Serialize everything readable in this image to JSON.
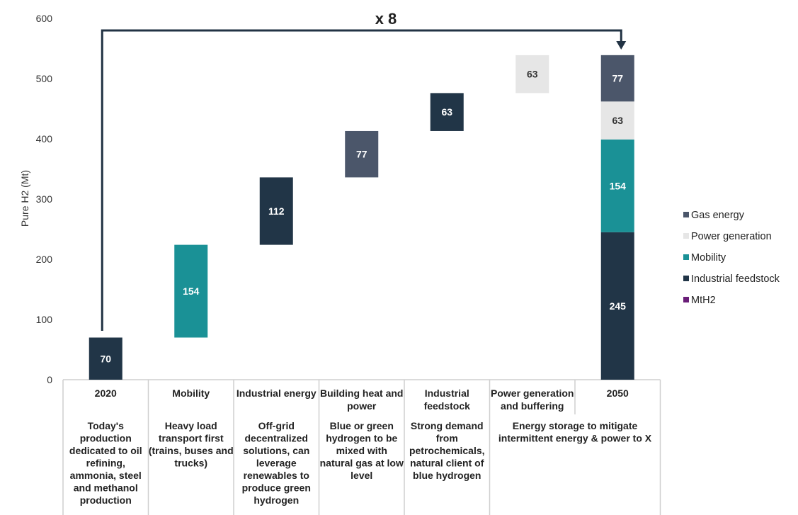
{
  "chart_data": {
    "type": "bar",
    "subtype": "waterfall",
    "ylabel": "Pure H2 (Mt)",
    "ylim": [
      0,
      600
    ],
    "yticks": [
      "0",
      "100",
      "200",
      "300",
      "400",
      "500",
      "600"
    ],
    "multiplier_label": "x 8",
    "categories": [
      {
        "label": [
          "2020"
        ],
        "description": [
          "Today's",
          "production",
          "dedicated to oil",
          "refining,",
          "ammonia, steel",
          "and methanol",
          "production"
        ]
      },
      {
        "label": [
          "Mobility"
        ],
        "description": [
          "Heavy load",
          "transport first",
          "(trains, buses and",
          "trucks)"
        ]
      },
      {
        "label": [
          "Industrial energy"
        ],
        "description": [
          "Off-grid",
          "decentralized",
          "solutions, can",
          "leverage",
          "renewables to",
          "produce green",
          "hydrogen"
        ]
      },
      {
        "label": [
          "Building heat and",
          "power"
        ],
        "description": [
          "Blue or green",
          "hydrogen to be",
          "mixed with",
          "natural gas at low",
          "level"
        ]
      },
      {
        "label": [
          "Industrial",
          "feedstock"
        ],
        "description": [
          "Strong demand",
          "from",
          "petrochemicals,",
          "natural client of",
          "blue hydrogen"
        ]
      },
      {
        "label": [
          "Power generation",
          "and buffering"
        ],
        "description": []
      },
      {
        "label": [
          "2050"
        ],
        "description": []
      }
    ],
    "merged_description": [
      "Energy storage to mitigate",
      "intermittent energy & power to X"
    ],
    "waterfall": [
      {
        "category_index": 0,
        "base": 0,
        "value": 70,
        "label": "70",
        "series": "Industrial feedstock"
      },
      {
        "category_index": 1,
        "base": 70,
        "value": 154,
        "label": "154",
        "series": "Mobility"
      },
      {
        "category_index": 2,
        "base": 224,
        "value": 112,
        "label": "112",
        "series": "Industrial feedstock"
      },
      {
        "category_index": 3,
        "base": 336,
        "value": 77,
        "label": "77",
        "series": "Gas energy"
      },
      {
        "category_index": 4,
        "base": 413,
        "value": 63,
        "label": "63",
        "series": "Industrial feedstock"
      },
      {
        "category_index": 5,
        "base": 476,
        "value": 63,
        "label": "63",
        "series": "Power generation"
      }
    ],
    "stacked_2050": [
      {
        "series": "Industrial feedstock",
        "value": 245,
        "label": "245"
      },
      {
        "series": "Mobility",
        "value": 154,
        "label": "154"
      },
      {
        "series": "Power generation",
        "value": 63,
        "label": "63"
      },
      {
        "series": "Gas energy",
        "value": 77,
        "label": "77"
      }
    ],
    "legend": [
      {
        "name": "Gas energy",
        "color": "#4b566a"
      },
      {
        "name": "Power generation",
        "color": "#e6e6e6"
      },
      {
        "name": "Mobility",
        "color": "#1a9196"
      },
      {
        "name": "Industrial feedstock",
        "color": "#213547"
      },
      {
        "name": "MtH2",
        "color": "#6a1e78"
      }
    ],
    "label_colors": {
      "Gas energy": "#ffffff",
      "Power generation": "#333333",
      "Mobility": "#ffffff",
      "Industrial feedstock": "#ffffff"
    },
    "grid": false,
    "legend_position": "right"
  }
}
